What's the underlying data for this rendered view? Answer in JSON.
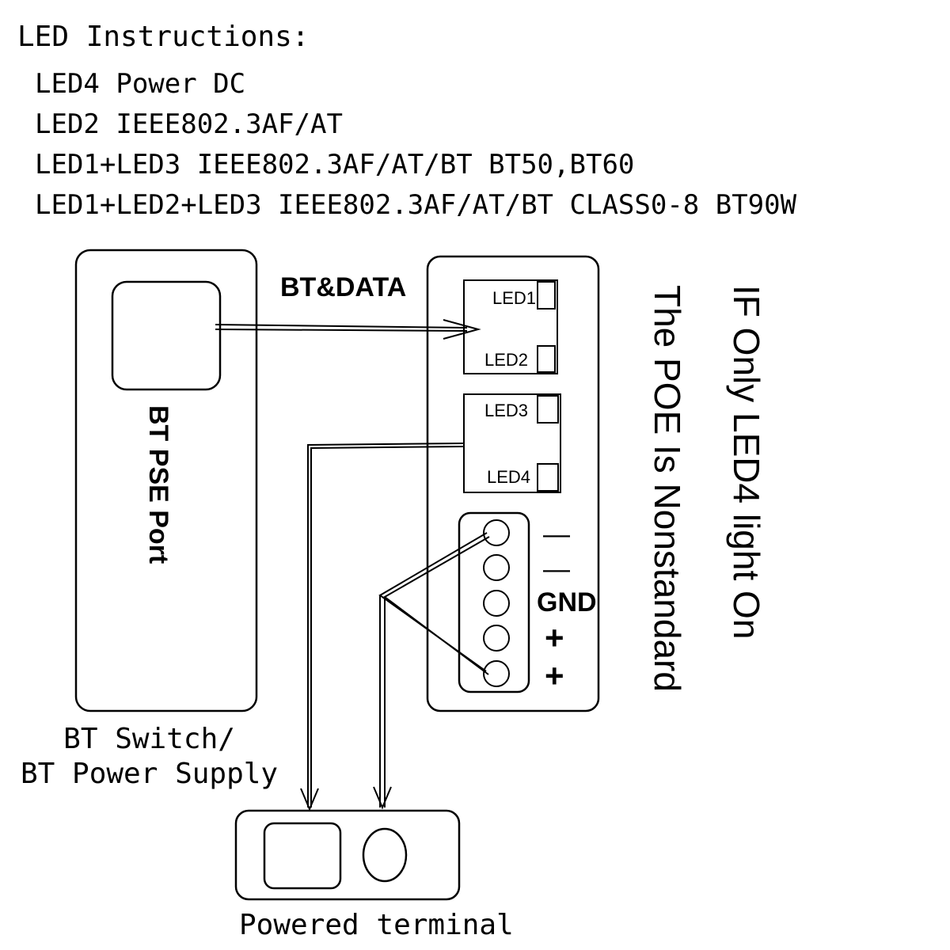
{
  "instructions": {
    "heading": "LED Instructions:",
    "lines": [
      "LED4 Power DC",
      "LED2 IEEE802.3AF/AT",
      "LED1+LED3 IEEE802.3AF/AT/BT BT50,BT60",
      "LED1+LED2+LED3 IEEE802.3AF/AT/BT CLASS0-8 BT90W"
    ]
  },
  "diagram": {
    "bt_data_label": "BT&DATA",
    "pse_port_label": "BT PSE Port",
    "switch_label_line1": "BT Switch/",
    "switch_label_line2": "BT Power Supply",
    "terminal_label": "Powered terminal",
    "leds": [
      "LED1",
      "LED2",
      "LED3",
      "LED4"
    ],
    "terminal_labels": {
      "pin1": "—",
      "pin2": "—",
      "gnd": "GND",
      "plus1": "+",
      "plus2": "+"
    },
    "note_line1": "IF Only LED4 light On",
    "note_line2": "The POE Is Nonstandard"
  }
}
